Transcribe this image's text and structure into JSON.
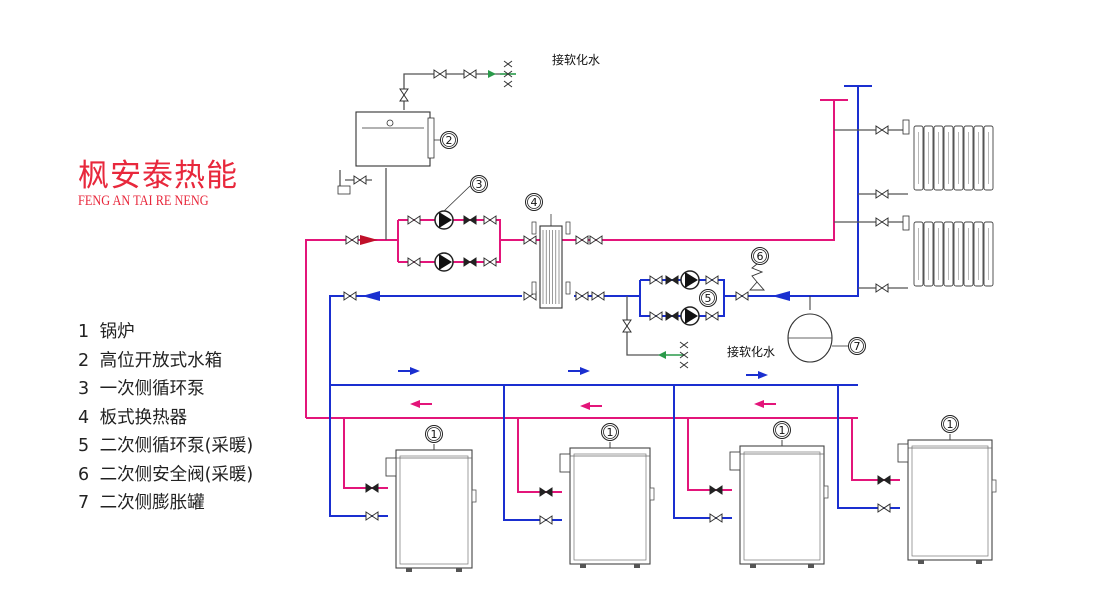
{
  "brand": {
    "name_cn": "枫安泰热能",
    "name_en": "FENG AN TAI RE NENG",
    "color": "#e8283c"
  },
  "legend": [
    {
      "num": "1",
      "label": "锅炉"
    },
    {
      "num": "2",
      "label": "高位开放式水箱"
    },
    {
      "num": "3",
      "label": "一次侧循环泵"
    },
    {
      "num": "4",
      "label": "板式换热器"
    },
    {
      "num": "5",
      "label": "二次侧循环泵(采暖)"
    },
    {
      "num": "6",
      "label": "二次侧安全阀(采暖)"
    },
    {
      "num": "7",
      "label": "二次侧膨胀罐"
    }
  ],
  "markers": {
    "tank": "2",
    "primary_pump": "3",
    "heat_exchanger": "4",
    "secondary_pump": "5",
    "safety_valve": "6",
    "expansion_tank": "7",
    "boiler": "1"
  },
  "notes": {
    "softened_water_top": "接软化水",
    "softened_water_mid": "接软化水"
  },
  "colors": {
    "supply": "#e3157a",
    "return": "#1a2fd0",
    "line": "#555555",
    "makeup": "#2a9a4a"
  }
}
